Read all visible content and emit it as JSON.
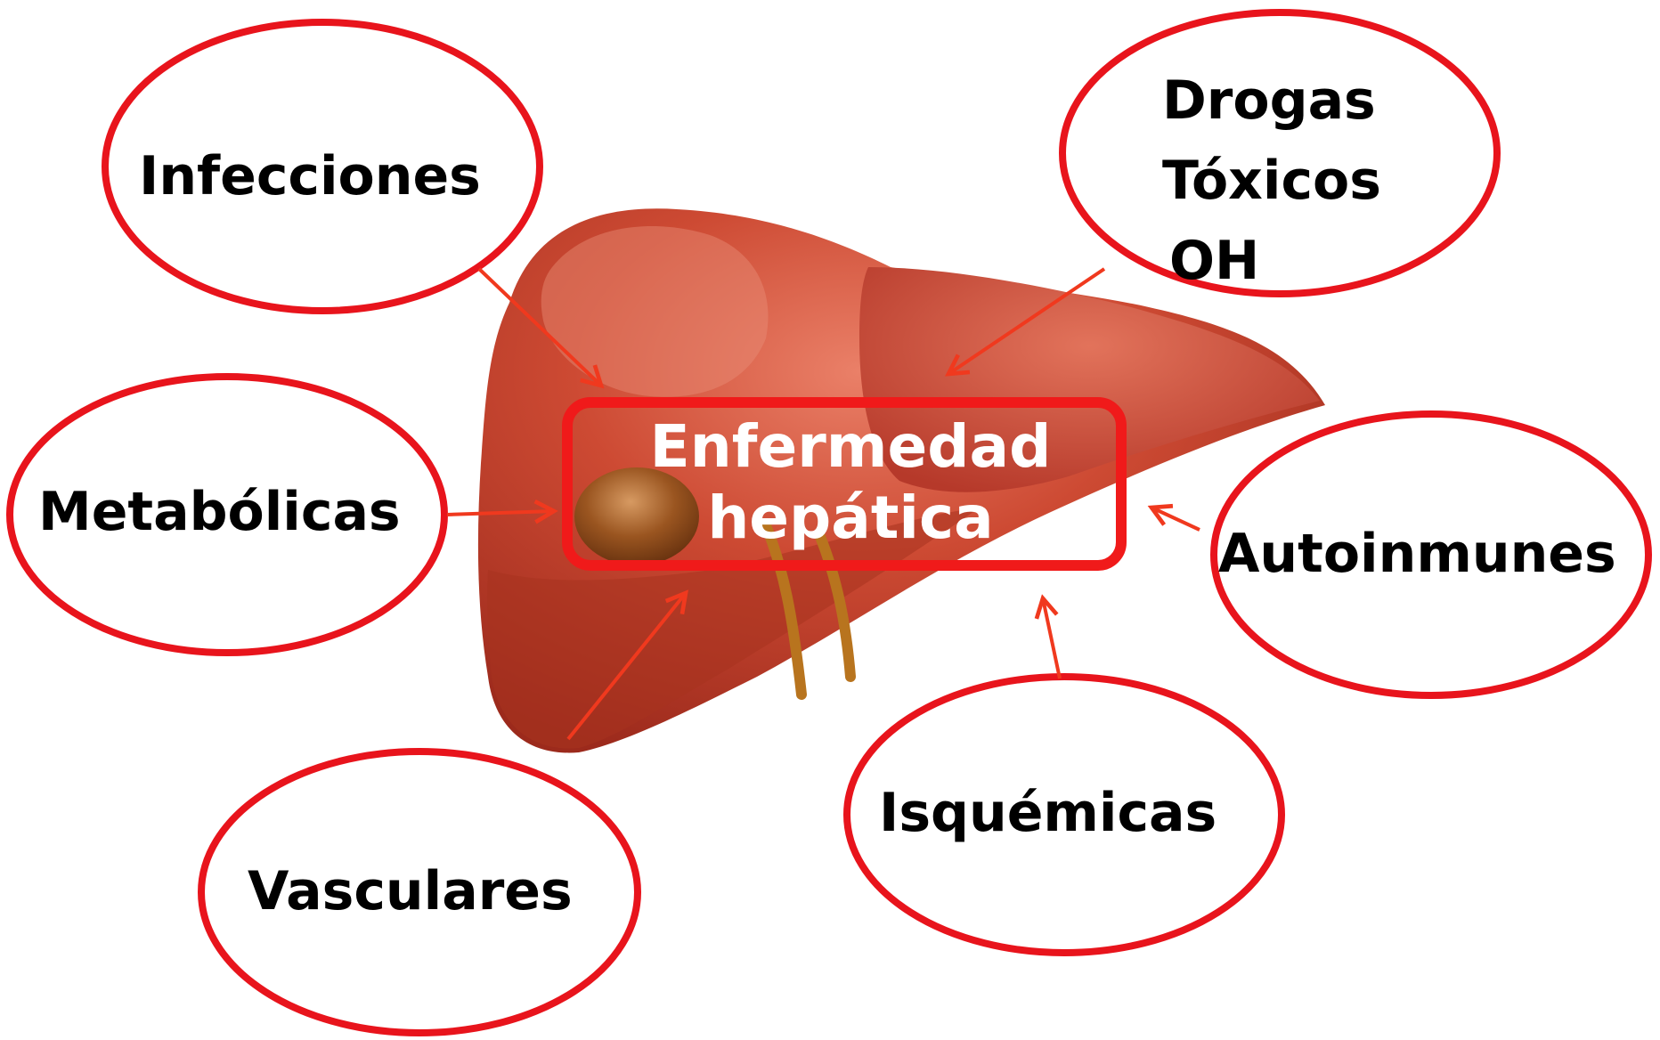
{
  "center": {
    "line1": "Enfermedad",
    "line2": "hepática"
  },
  "causes": {
    "infecciones": "Infecciones",
    "drogas": [
      "Drogas",
      "Tóxicos",
      "OH"
    ],
    "metabolicas": "Metabólicas",
    "autoinmunes": "Autoinmunes",
    "vasculares": "Vasculares",
    "isquemicas": "Isquémicas"
  },
  "colors": {
    "ellipse_stroke": "#e8141c",
    "arrow": "#f0391e",
    "center_box": "#f01a1a",
    "liver_base": "#c2402c",
    "gallbladder": "#8a4a1c",
    "text": "#000000",
    "center_text": "#ffffff"
  }
}
